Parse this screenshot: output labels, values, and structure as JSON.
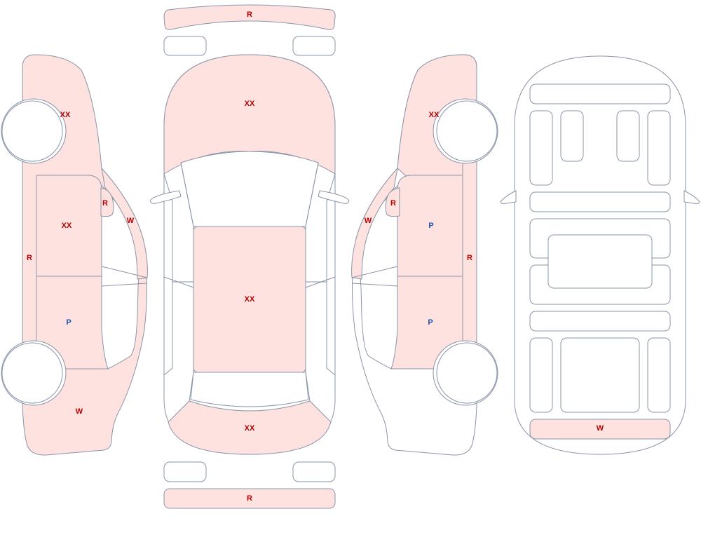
{
  "colors": {
    "damage_fill": "#fde2df",
    "outline": "#8a94a8",
    "label_red": "#b30000",
    "label_blue": "#1f4fb0"
  },
  "labels": {
    "front_bumper": "R",
    "hood": "XX",
    "roof": "XX",
    "trunk": "XX",
    "rear_bumper": "R",
    "left_front_fender": "XX",
    "left_front_door": "XX",
    "left_mirror": "R",
    "left_windshield_pillar": "W",
    "left_rocker": "R",
    "left_rear_door": "P",
    "left_rear_quarter": "W",
    "right_front_fender": "XX",
    "right_mirror": "R",
    "right_windshield_pillar": "W",
    "right_front_door": "P",
    "right_rocker": "R",
    "right_rear_door": "P",
    "underbody_rear": "W"
  }
}
